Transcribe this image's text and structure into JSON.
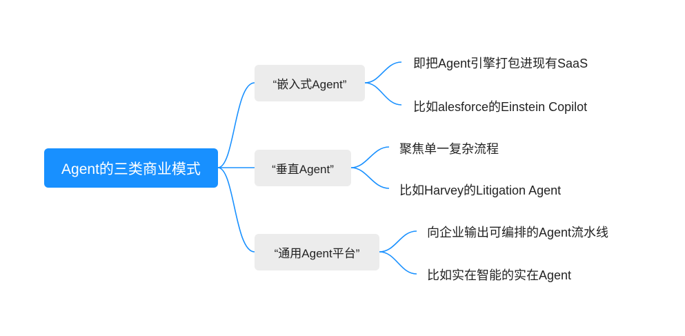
{
  "root": {
    "label": "Agent的三类商业模式"
  },
  "branches": [
    {
      "label": "“嵌入式Agent”",
      "leaves": [
        "即把Agent引擎打包进现有SaaS",
        "比如alesforce的Einstein Copilot"
      ]
    },
    {
      "label": "“垂直Agent”",
      "leaves": [
        "聚焦单一复杂流程",
        "比如Harvey的Litigation Agent"
      ]
    },
    {
      "label": "“通用Agent平台”",
      "leaves": [
        "向企业输出可编排的Agent流水线",
        "比如实在智能的实在Agent"
      ]
    }
  ],
  "colors": {
    "root_fill": "#1890ff",
    "branch_fill": "#ececec",
    "edge": "#1890ff",
    "text": "#222222"
  }
}
